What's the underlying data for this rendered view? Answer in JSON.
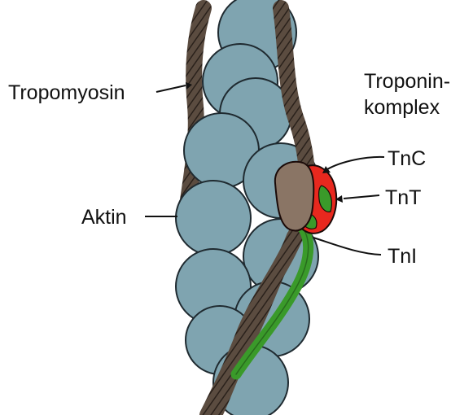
{
  "labels": {
    "tropomyosin": "Tropomyosin",
    "troponin_complex_line1": "Troponin-",
    "troponin_complex_line2": "komplex",
    "tnc": "TnC",
    "tnt": "TnT",
    "aktin": "Aktin",
    "tni": "TnI"
  },
  "colors": {
    "actin": "#7fa4b0",
    "actin_outline": "#1f2a30",
    "tropomyosin": "#5b4c40",
    "tropomyosin_outline": "#2a211b",
    "tnc": "#e8281e",
    "tnt": "#3a9a2a",
    "tni": "#3a9a2a",
    "troponin_head": "#8a7565"
  }
}
